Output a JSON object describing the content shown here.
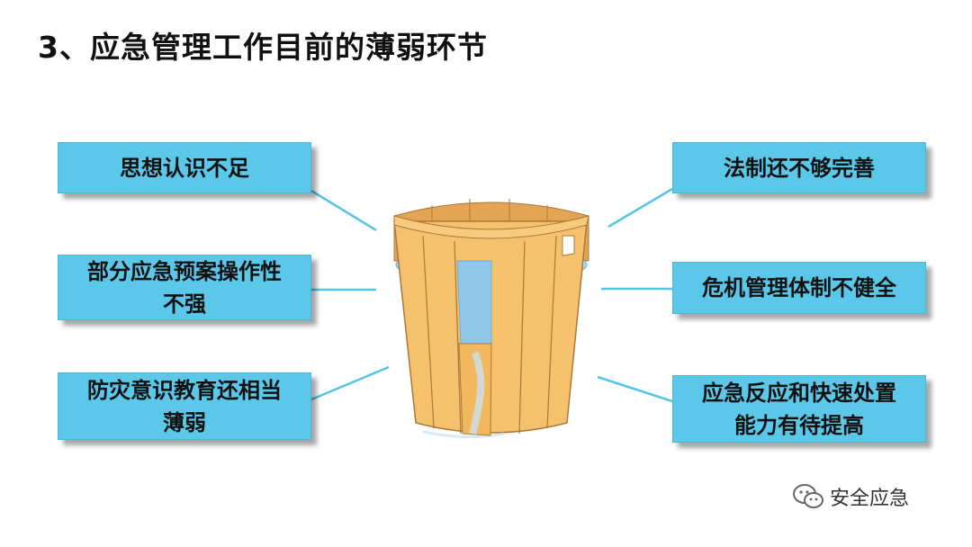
{
  "title": "3、应急管理工作目前的薄弱环节",
  "left_boxes": [
    {
      "lines": [
        "思想认识不足"
      ]
    },
    {
      "lines": [
        "部分应急预案操作性",
        "不强"
      ]
    },
    {
      "lines": [
        "防灾意识教育还相当",
        "薄弱"
      ]
    }
  ],
  "right_boxes": [
    {
      "lines": [
        "法制还不够完善"
      ]
    },
    {
      "lines": [
        "危机管理体制不健全"
      ]
    },
    {
      "lines": [
        "应急反应和快速处置",
        "能力有待提高"
      ]
    }
  ],
  "watermark": {
    "label": "安全应急",
    "icon": "wechat-icon"
  },
  "colors": {
    "box_fill": "#5bc8ea",
    "connector": "#55c4e6",
    "barrel": "#f5c16c",
    "water": "#8fc6ea"
  }
}
